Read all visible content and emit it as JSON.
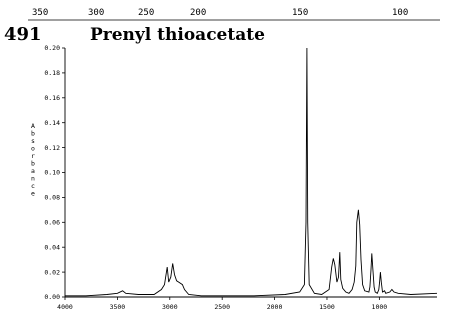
{
  "compound_number": "491",
  "compound_name": "Prenyl thioacetate",
  "top_scale": {
    "labels": [
      "350",
      "300",
      "250",
      "200",
      "150",
      "100"
    ]
  },
  "chart_data": {
    "type": "line",
    "title": "Prenyl thioacetate",
    "xlabel": "",
    "ylabel": "Absorbance",
    "xlim": [
      4000,
      450
    ],
    "ylim": [
      0,
      0.2
    ],
    "x_ticks": [
      "4000",
      "3500",
      "3000",
      "2500",
      "2000",
      "1500",
      "1000"
    ],
    "y_ticks": [
      "0.00",
      "0.02",
      "0.04",
      "0.06",
      "0.08",
      "0.10",
      "0.12",
      "0.14",
      "0.16",
      "0.18",
      "0.20"
    ],
    "series": [
      {
        "points": [
          [
            4000,
            0.001
          ],
          [
            3800,
            0.001
          ],
          [
            3600,
            0.002
          ],
          [
            3500,
            0.003
          ],
          [
            3450,
            0.005
          ],
          [
            3420,
            0.003
          ],
          [
            3300,
            0.002
          ],
          [
            3150,
            0.002
          ],
          [
            3080,
            0.006
          ],
          [
            3050,
            0.01
          ],
          [
            3025,
            0.024
          ],
          [
            3010,
            0.012
          ],
          [
            2990,
            0.016
          ],
          [
            2972,
            0.027
          ],
          [
            2955,
            0.018
          ],
          [
            2935,
            0.013
          ],
          [
            2915,
            0.012
          ],
          [
            2880,
            0.01
          ],
          [
            2860,
            0.006
          ],
          [
            2820,
            0.002
          ],
          [
            2700,
            0.001
          ],
          [
            2400,
            0.001
          ],
          [
            2200,
            0.001
          ],
          [
            1900,
            0.002
          ],
          [
            1760,
            0.004
          ],
          [
            1715,
            0.01
          ],
          [
            1700,
            0.06
          ],
          [
            1692,
            0.2
          ],
          [
            1684,
            0.06
          ],
          [
            1670,
            0.01
          ],
          [
            1620,
            0.003
          ],
          [
            1550,
            0.002
          ],
          [
            1480,
            0.006
          ],
          [
            1455,
            0.024
          ],
          [
            1440,
            0.031
          ],
          [
            1425,
            0.026
          ],
          [
            1405,
            0.012
          ],
          [
            1390,
            0.016
          ],
          [
            1378,
            0.036
          ],
          [
            1368,
            0.014
          ],
          [
            1350,
            0.007
          ],
          [
            1320,
            0.004
          ],
          [
            1290,
            0.003
          ],
          [
            1260,
            0.006
          ],
          [
            1240,
            0.012
          ],
          [
            1225,
            0.025
          ],
          [
            1215,
            0.06
          ],
          [
            1200,
            0.07
          ],
          [
            1188,
            0.058
          ],
          [
            1175,
            0.03
          ],
          [
            1160,
            0.01
          ],
          [
            1140,
            0.005
          ],
          [
            1100,
            0.004
          ],
          [
            1090,
            0.008
          ],
          [
            1080,
            0.022
          ],
          [
            1072,
            0.035
          ],
          [
            1062,
            0.022
          ],
          [
            1050,
            0.008
          ],
          [
            1040,
            0.004
          ],
          [
            1020,
            0.003
          ],
          [
            1005,
            0.006
          ],
          [
            998,
            0.012
          ],
          [
            990,
            0.02
          ],
          [
            982,
            0.012
          ],
          [
            970,
            0.004
          ],
          [
            950,
            0.005
          ],
          [
            940,
            0.003
          ],
          [
            900,
            0.004
          ],
          [
            880,
            0.006
          ],
          [
            860,
            0.004
          ],
          [
            820,
            0.003
          ],
          [
            700,
            0.002
          ],
          [
            450,
            0.003
          ]
        ]
      }
    ],
    "grid": false,
    "legend": "none"
  }
}
